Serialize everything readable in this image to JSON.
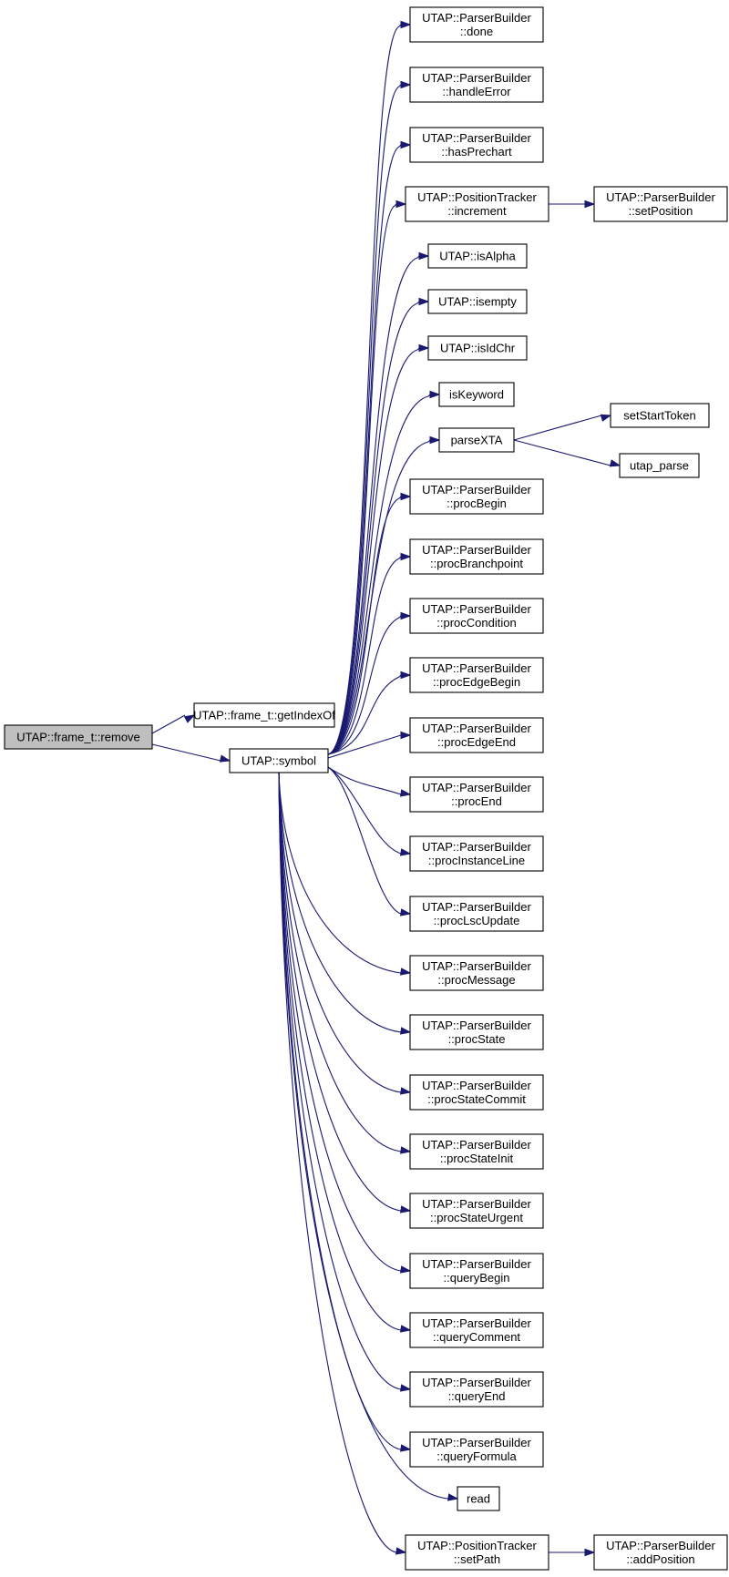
{
  "diagram": {
    "nodes": [
      {
        "id": "root",
        "lines": [
          "UTAP::frame_t::remove"
        ],
        "root": true
      },
      {
        "id": "getIndexOf",
        "lines": [
          "UTAP::frame_t::getIndexOf"
        ]
      },
      {
        "id": "symbol",
        "lines": [
          "UTAP::symbol"
        ]
      },
      {
        "id": "done",
        "lines": [
          "UTAP::ParserBuilder",
          "::done"
        ]
      },
      {
        "id": "handleError",
        "lines": [
          "UTAP::ParserBuilder",
          "::handleError"
        ]
      },
      {
        "id": "hasPrechart",
        "lines": [
          "UTAP::ParserBuilder",
          "::hasPrechart"
        ]
      },
      {
        "id": "increment",
        "lines": [
          "UTAP::PositionTracker",
          "::increment"
        ]
      },
      {
        "id": "setPosition",
        "lines": [
          "UTAP::ParserBuilder",
          "::setPosition"
        ]
      },
      {
        "id": "isAlpha",
        "lines": [
          "UTAP::isAlpha"
        ]
      },
      {
        "id": "isempty",
        "lines": [
          "UTAP::isempty"
        ]
      },
      {
        "id": "isIdChr",
        "lines": [
          "UTAP::isIdChr"
        ]
      },
      {
        "id": "isKeyword",
        "lines": [
          "isKeyword"
        ]
      },
      {
        "id": "parseXTA",
        "lines": [
          "parseXTA"
        ]
      },
      {
        "id": "setStartToken",
        "lines": [
          "setStartToken"
        ]
      },
      {
        "id": "utap_parse",
        "lines": [
          "utap_parse"
        ]
      },
      {
        "id": "procBegin",
        "lines": [
          "UTAP::ParserBuilder",
          "::procBegin"
        ]
      },
      {
        "id": "procBranchpoint",
        "lines": [
          "UTAP::ParserBuilder",
          "::procBranchpoint"
        ]
      },
      {
        "id": "procCondition",
        "lines": [
          "UTAP::ParserBuilder",
          "::procCondition"
        ]
      },
      {
        "id": "procEdgeBegin",
        "lines": [
          "UTAP::ParserBuilder",
          "::procEdgeBegin"
        ]
      },
      {
        "id": "procEdgeEnd",
        "lines": [
          "UTAP::ParserBuilder",
          "::procEdgeEnd"
        ]
      },
      {
        "id": "procEnd",
        "lines": [
          "UTAP::ParserBuilder",
          "::procEnd"
        ]
      },
      {
        "id": "procInstanceLine",
        "lines": [
          "UTAP::ParserBuilder",
          "::procInstanceLine"
        ]
      },
      {
        "id": "procLscUpdate",
        "lines": [
          "UTAP::ParserBuilder",
          "::procLscUpdate"
        ]
      },
      {
        "id": "procMessage",
        "lines": [
          "UTAP::ParserBuilder",
          "::procMessage"
        ]
      },
      {
        "id": "procState",
        "lines": [
          "UTAP::ParserBuilder",
          "::procState"
        ]
      },
      {
        "id": "procStateCommit",
        "lines": [
          "UTAP::ParserBuilder",
          "::procStateCommit"
        ]
      },
      {
        "id": "procStateInit",
        "lines": [
          "UTAP::ParserBuilder",
          "::procStateInit"
        ]
      },
      {
        "id": "procStateUrgent",
        "lines": [
          "UTAP::ParserBuilder",
          "::procStateUrgent"
        ]
      },
      {
        "id": "queryBegin",
        "lines": [
          "UTAP::ParserBuilder",
          "::queryBegin"
        ]
      },
      {
        "id": "queryComment",
        "lines": [
          "UTAP::ParserBuilder",
          "::queryComment"
        ]
      },
      {
        "id": "queryEnd",
        "lines": [
          "UTAP::ParserBuilder",
          "::queryEnd"
        ]
      },
      {
        "id": "queryFormula",
        "lines": [
          "UTAP::ParserBuilder",
          "::queryFormula"
        ]
      },
      {
        "id": "read",
        "lines": [
          "read"
        ]
      },
      {
        "id": "setPath",
        "lines": [
          "UTAP::PositionTracker",
          "::setPath"
        ]
      },
      {
        "id": "addPosition",
        "lines": [
          "UTAP::ParserBuilder",
          "::addPosition"
        ]
      }
    ],
    "edges": [
      [
        "root",
        "getIndexOf"
      ],
      [
        "root",
        "symbol"
      ],
      [
        "symbol",
        "done"
      ],
      [
        "symbol",
        "handleError"
      ],
      [
        "symbol",
        "hasPrechart"
      ],
      [
        "symbol",
        "increment"
      ],
      [
        "increment",
        "setPosition"
      ],
      [
        "symbol",
        "isAlpha"
      ],
      [
        "symbol",
        "isempty"
      ],
      [
        "symbol",
        "isIdChr"
      ],
      [
        "symbol",
        "isKeyword"
      ],
      [
        "symbol",
        "parseXTA"
      ],
      [
        "parseXTA",
        "setStartToken"
      ],
      [
        "parseXTA",
        "utap_parse"
      ],
      [
        "symbol",
        "procBegin"
      ],
      [
        "symbol",
        "procBranchpoint"
      ],
      [
        "symbol",
        "procCondition"
      ],
      [
        "symbol",
        "procEdgeBegin"
      ],
      [
        "symbol",
        "procEdgeEnd"
      ],
      [
        "symbol",
        "procEnd"
      ],
      [
        "symbol",
        "procInstanceLine"
      ],
      [
        "symbol",
        "procLscUpdate"
      ],
      [
        "symbol",
        "procMessage"
      ],
      [
        "symbol",
        "procState"
      ],
      [
        "symbol",
        "procStateCommit"
      ],
      [
        "symbol",
        "procStateInit"
      ],
      [
        "symbol",
        "procStateUrgent"
      ],
      [
        "symbol",
        "queryBegin"
      ],
      [
        "symbol",
        "queryComment"
      ],
      [
        "symbol",
        "queryEnd"
      ],
      [
        "symbol",
        "queryFormula"
      ],
      [
        "symbol",
        "read"
      ],
      [
        "symbol",
        "setPath"
      ],
      [
        "setPath",
        "addPosition"
      ]
    ],
    "colors": {
      "edge": "#191970",
      "node_border": "#000000",
      "root_fill": "#bfbfbf",
      "node_fill": "#ffffff"
    }
  }
}
